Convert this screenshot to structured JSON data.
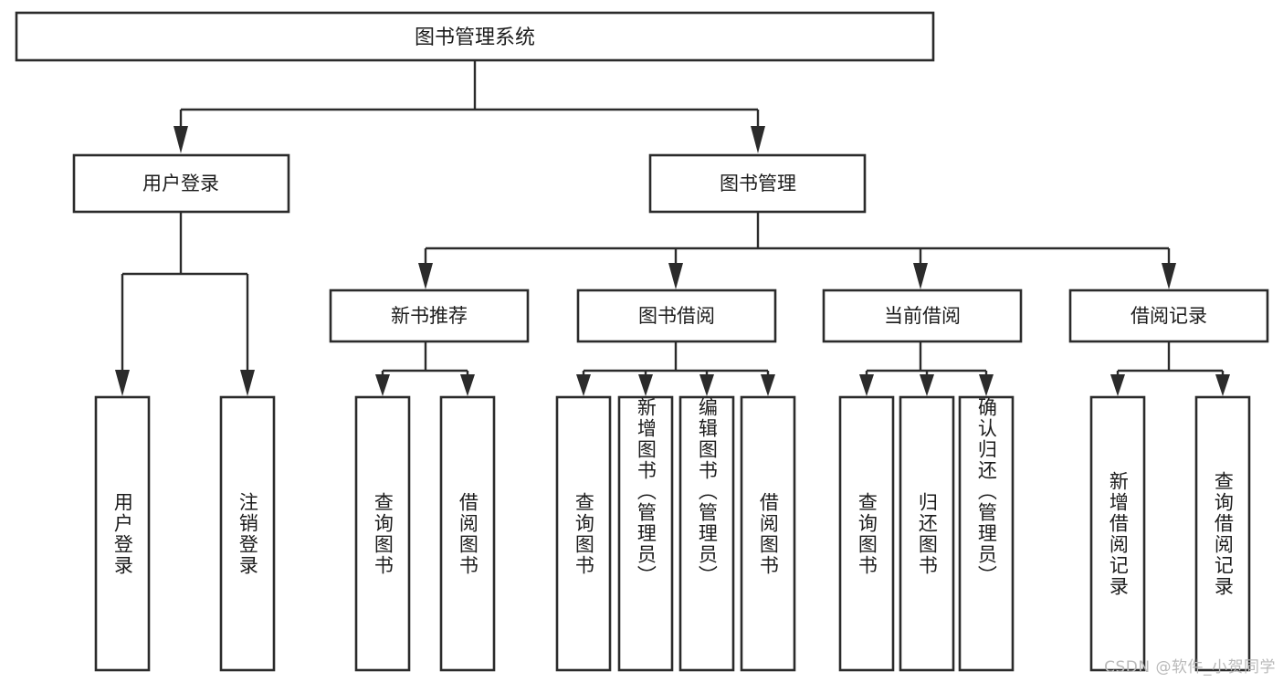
{
  "page": {
    "title": "图书管理系统 功能结构图",
    "background_color": "#ffffff",
    "line_color": "#2b2b2b",
    "text_color": "#1c1c1c",
    "watermark": "CSDN @软件_小贺同学"
  },
  "chart_data": {
    "type": "diagram",
    "diagram_kind": "tree / functional-structure-chart",
    "orientation": "top-down",
    "title": "图书管理系统",
    "levels": 4,
    "root": {
      "id": "root",
      "label": "图书管理系统",
      "level": 0
    },
    "nodes": [
      {
        "id": "root",
        "label": "图书管理系统",
        "level": 0,
        "parent": null,
        "orientation": "horizontal"
      },
      {
        "id": "user-login",
        "label": "用户登录",
        "level": 1,
        "parent": "root",
        "orientation": "horizontal"
      },
      {
        "id": "book-manage",
        "label": "图书管理",
        "level": 1,
        "parent": "root",
        "orientation": "horizontal"
      },
      {
        "id": "new-book-recommend",
        "label": "新书推荐",
        "level": 2,
        "parent": "book-manage",
        "orientation": "horizontal"
      },
      {
        "id": "book-borrow",
        "label": "图书借阅",
        "level": 2,
        "parent": "book-manage",
        "orientation": "horizontal"
      },
      {
        "id": "current-borrow",
        "label": "当前借阅",
        "level": 2,
        "parent": "book-manage",
        "orientation": "horizontal"
      },
      {
        "id": "borrow-record",
        "label": "借阅记录",
        "level": 2,
        "parent": "book-manage",
        "orientation": "horizontal"
      },
      {
        "id": "leaf-user-login",
        "label": "用户登录",
        "level": 2,
        "parent": "user-login",
        "orientation": "vertical"
      },
      {
        "id": "leaf-user-logout",
        "label": "注销登录",
        "level": 2,
        "parent": "user-login",
        "orientation": "vertical"
      },
      {
        "id": "leaf-query-book-1",
        "label": "查询图书",
        "level": 3,
        "parent": "new-book-recommend",
        "orientation": "vertical"
      },
      {
        "id": "leaf-borrow-book-1",
        "label": "借阅图书",
        "level": 3,
        "parent": "new-book-recommend",
        "orientation": "vertical"
      },
      {
        "id": "leaf-query-book-2",
        "label": "查询图书",
        "level": 3,
        "parent": "book-borrow",
        "orientation": "vertical"
      },
      {
        "id": "leaf-add-book",
        "label": "新增图书（管理员）",
        "level": 3,
        "parent": "book-borrow",
        "orientation": "vertical"
      },
      {
        "id": "leaf-edit-book",
        "label": "编辑图书（管理员）",
        "level": 3,
        "parent": "book-borrow",
        "orientation": "vertical"
      },
      {
        "id": "leaf-borrow-book-2",
        "label": "借阅图书",
        "level": 3,
        "parent": "book-borrow",
        "orientation": "vertical"
      },
      {
        "id": "leaf-query-book-3",
        "label": "查询图书",
        "level": 3,
        "parent": "current-borrow",
        "orientation": "vertical"
      },
      {
        "id": "leaf-return-book",
        "label": "归还图书",
        "level": 3,
        "parent": "current-borrow",
        "orientation": "vertical"
      },
      {
        "id": "leaf-confirm-return",
        "label": "确认归还（管理员）",
        "level": 3,
        "parent": "current-borrow",
        "orientation": "vertical"
      },
      {
        "id": "leaf-add-record",
        "label": "新增借阅记录",
        "level": 3,
        "parent": "borrow-record",
        "orientation": "vertical"
      },
      {
        "id": "leaf-query-record",
        "label": "查询借阅记录",
        "level": 3,
        "parent": "borrow-record",
        "orientation": "vertical"
      }
    ],
    "edges": [
      {
        "from": "root",
        "to": "user-login"
      },
      {
        "from": "root",
        "to": "book-manage"
      },
      {
        "from": "user-login",
        "to": "leaf-user-login"
      },
      {
        "from": "user-login",
        "to": "leaf-user-logout"
      },
      {
        "from": "book-manage",
        "to": "new-book-recommend"
      },
      {
        "from": "book-manage",
        "to": "book-borrow"
      },
      {
        "from": "book-manage",
        "to": "current-borrow"
      },
      {
        "from": "book-manage",
        "to": "borrow-record"
      },
      {
        "from": "new-book-recommend",
        "to": "leaf-query-book-1"
      },
      {
        "from": "new-book-recommend",
        "to": "leaf-borrow-book-1"
      },
      {
        "from": "book-borrow",
        "to": "leaf-query-book-2"
      },
      {
        "from": "book-borrow",
        "to": "leaf-add-book"
      },
      {
        "from": "book-borrow",
        "to": "leaf-edit-book"
      },
      {
        "from": "book-borrow",
        "to": "leaf-borrow-book-2"
      },
      {
        "from": "current-borrow",
        "to": "leaf-query-book-3"
      },
      {
        "from": "current-borrow",
        "to": "leaf-return-book"
      },
      {
        "from": "current-borrow",
        "to": "leaf-confirm-return"
      },
      {
        "from": "borrow-record",
        "to": "leaf-add-record"
      },
      {
        "from": "borrow-record",
        "to": "leaf-query-record"
      }
    ]
  },
  "labels": {
    "root": "图书管理系统",
    "user_login": "用户登录",
    "book_manage": "图书管理",
    "new_book_recommend": "新书推荐",
    "book_borrow": "图书借阅",
    "current_borrow": "当前借阅",
    "borrow_record": "借阅记录",
    "leaf_user_login": "用户登录",
    "leaf_user_logout": "注销登录",
    "leaf_query_book_1": "查询图书",
    "leaf_borrow_book_1": "借阅图书",
    "leaf_query_book_2": "查询图书",
    "leaf_add_book": "新增图书（管理员）",
    "leaf_edit_book": "编辑图书（管理员）",
    "leaf_borrow_book_2": "借阅图书",
    "leaf_query_book_3": "查询图书",
    "leaf_return_book": "归还图书",
    "leaf_confirm_return": "确认归还（管理员）",
    "leaf_add_record": "新增借阅记录",
    "leaf_query_record": "查询借阅记录"
  }
}
